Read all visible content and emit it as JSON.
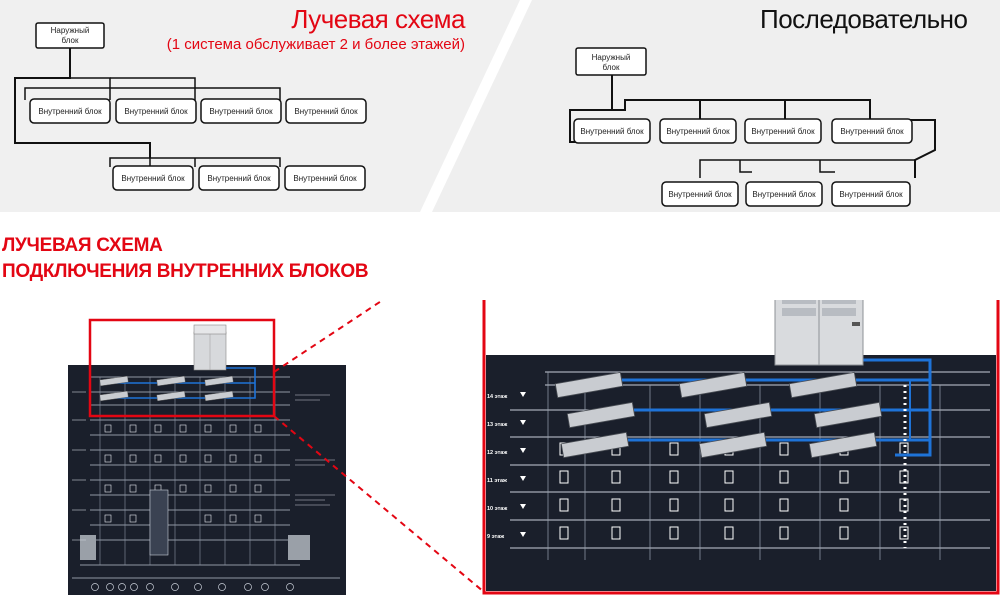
{
  "header": {
    "radial_title": "Лучевая схема",
    "radial_subtitle": "(1 система обслуживает 2 и более этажей)",
    "serial_title": "Последовательно"
  },
  "diagram_left": {
    "outdoor_unit": "Наружный блок",
    "indoor_units": [
      "Внутренний блок",
      "Внутренний блок",
      "Внутренний блок",
      "Внутренний блок",
      "Внутренний блок",
      "Внутренний блок",
      "Внутренний блок"
    ]
  },
  "diagram_right": {
    "outdoor_unit": "Наружный блок",
    "indoor_units": [
      "Внутренний блок",
      "Внутренний блок",
      "Внутренний блок",
      "Внутренний блок",
      "Внутренний блок",
      "Внутренний блок",
      "Внутренний блок"
    ]
  },
  "section_title": {
    "line1": "ЛУЧЕВАЯ СХЕМА",
    "line2": "ПОДКЛЮЧЕНИЯ ВНУТРЕННИХ БЛОКОВ"
  },
  "detail_floor_labels": [
    "14 этаж",
    "13 этаж",
    "12 этаж",
    "11 этаж",
    "10 этаж",
    "9 этаж"
  ],
  "colors": {
    "accent_red": "#e30613",
    "panel_gray": "#f0f0f0",
    "blueprint_bg": "#1a1f2b",
    "pipe_blue": "#1e73d8"
  }
}
